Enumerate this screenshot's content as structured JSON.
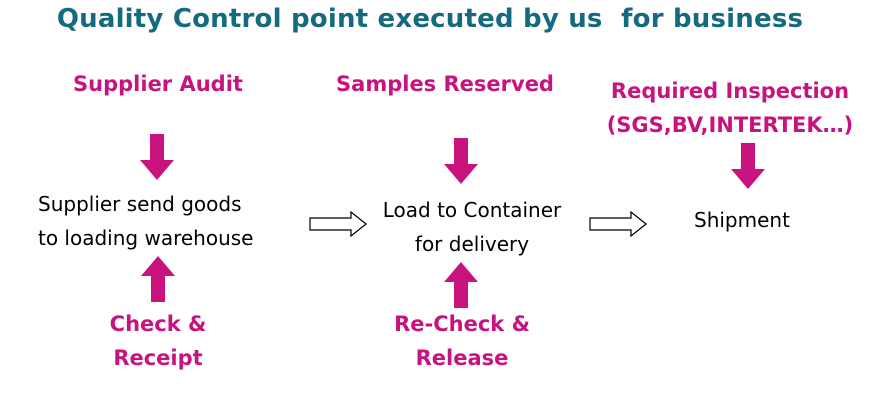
{
  "title": "Quality Control point executed by us  for business",
  "colors": {
    "title": "#156a80",
    "accent": "#c8137f",
    "text": "#000000"
  },
  "top_labels": [
    {
      "lines": [
        "Supplier Audit"
      ]
    },
    {
      "lines": [
        "Samples Reserved"
      ]
    },
    {
      "lines": [
        "Required Inspection",
        "(SGS,BV,INTERTEK…)"
      ]
    }
  ],
  "nodes": [
    {
      "lines": [
        "Supplier send goods",
        "to loading warehouse"
      ]
    },
    {
      "lines": [
        "Load to Container",
        "for delivery"
      ]
    },
    {
      "lines": [
        "Shipment"
      ]
    }
  ],
  "bottom_labels": [
    {
      "lines": [
        "Check &",
        "Receipt"
      ]
    },
    {
      "lines": [
        "Re-Check &",
        "Release"
      ]
    }
  ]
}
